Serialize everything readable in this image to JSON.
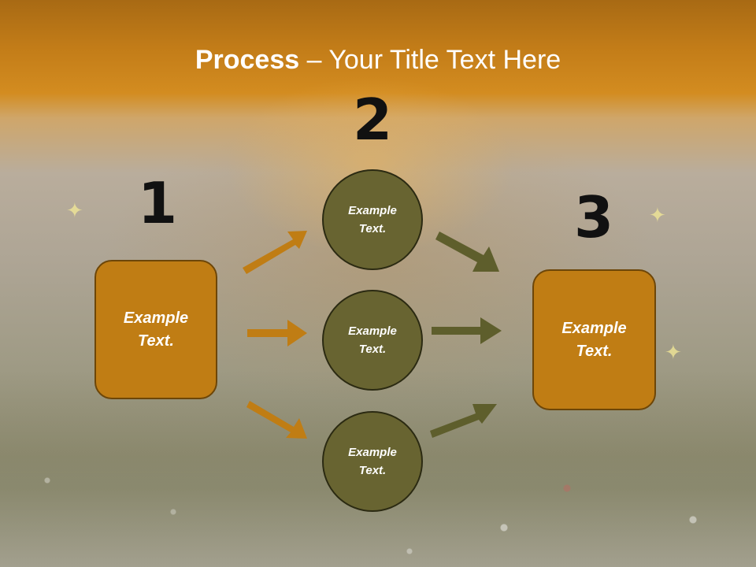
{
  "title": {
    "bold": "Process",
    "rest": " – Your Title Text Here"
  },
  "steps": [
    {
      "number": "1",
      "label": "Example Text."
    },
    {
      "number": "2",
      "items": [
        "Example Text.",
        "Example Text.",
        "Example Text."
      ]
    },
    {
      "number": "3",
      "label": "Example Text."
    }
  ],
  "colors": {
    "box_fill": "#c07d14",
    "circle_fill": "#686431",
    "arrow_orange": "#c07d14",
    "arrow_olive": "#5e5e2c",
    "header_band": "#c27c18"
  }
}
